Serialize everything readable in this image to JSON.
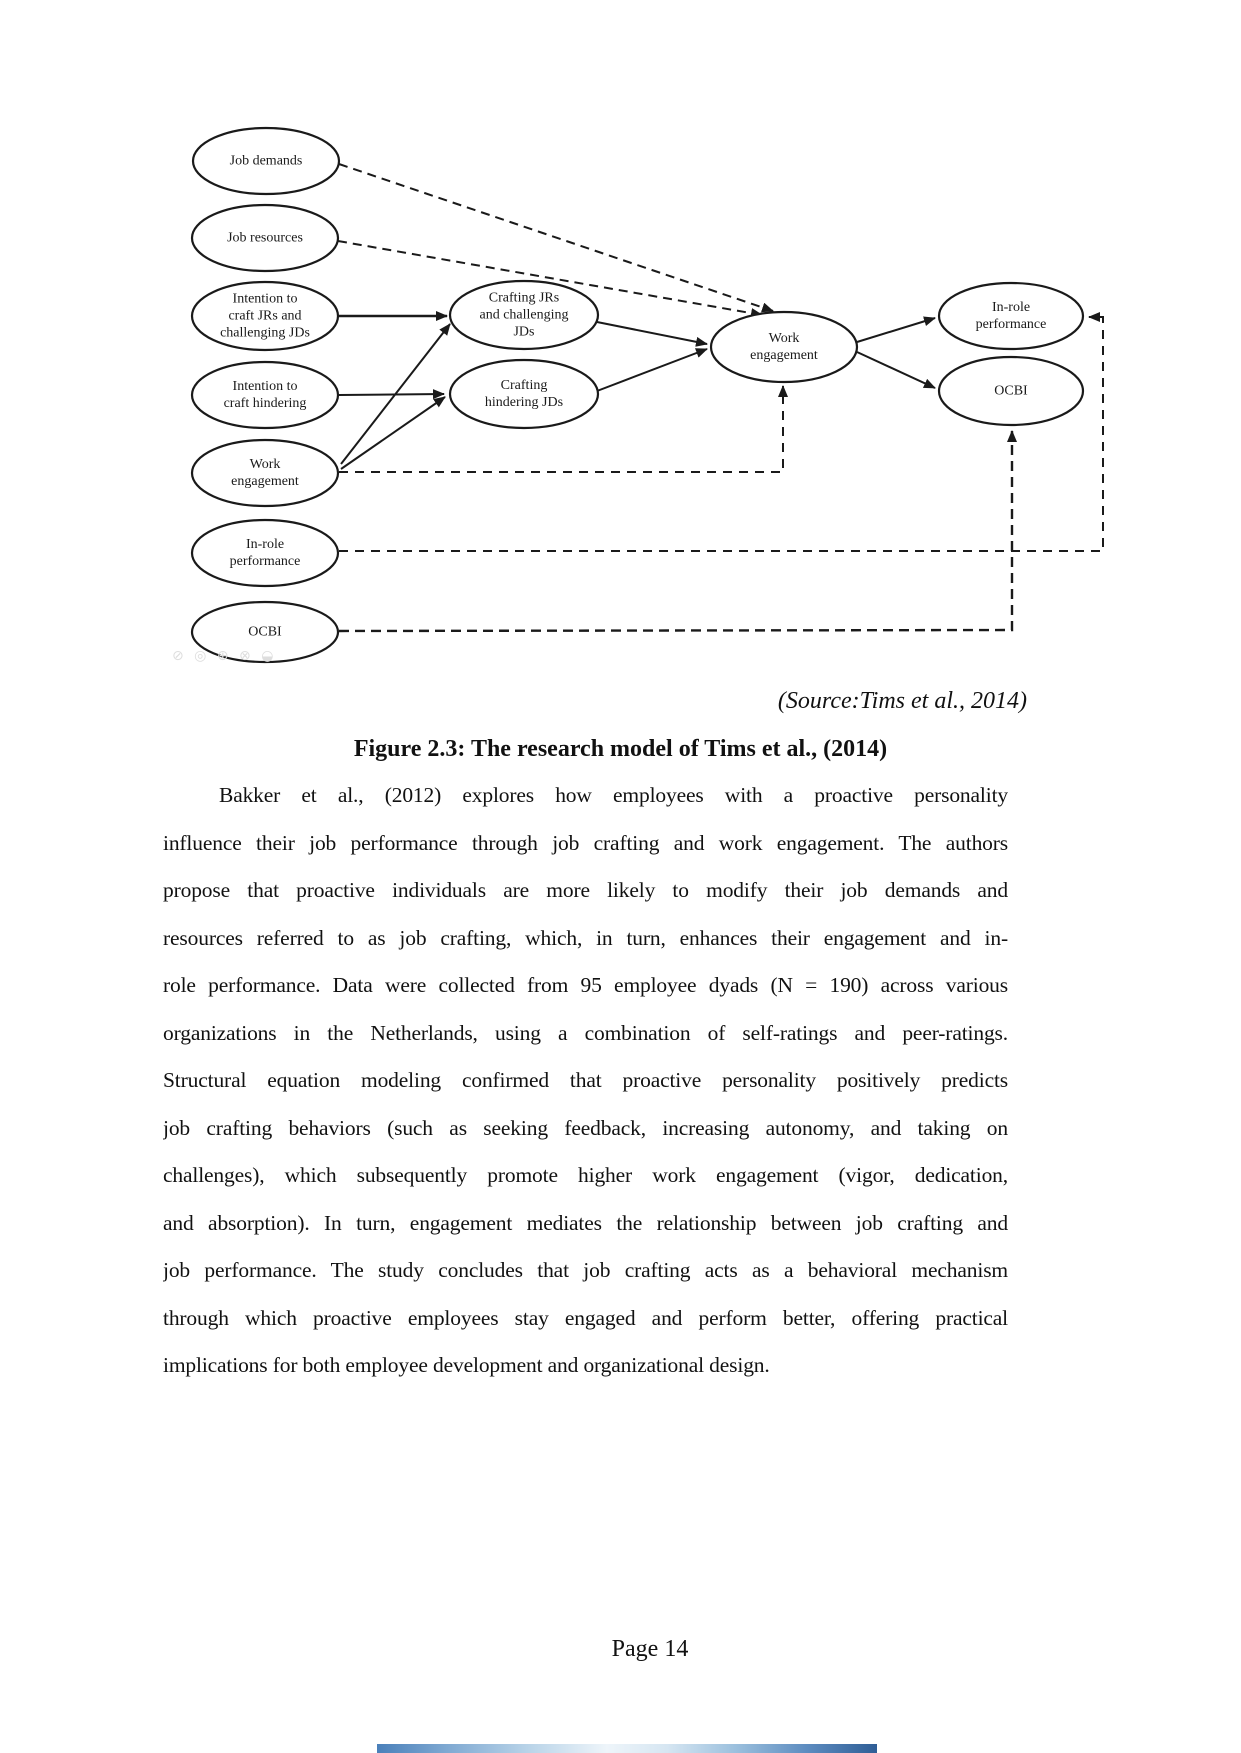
{
  "figure": {
    "source_label": "(Source:Tims et al., 2014)",
    "caption": "Figure 2.3: The research model of Tims et al., (2014)",
    "watermark_glyphs": "⊘ ◎ ⊕ ⊗ ◒",
    "nodes": [
      {
        "id": "job-demands",
        "label": "Job demands"
      },
      {
        "id": "job-resources",
        "label": "Job resources"
      },
      {
        "id": "intention-craft-jrs",
        "label": "Intention to\ncraft JRs and\nchallenging JDs"
      },
      {
        "id": "intention-craft-hindering",
        "label": "Intention to\ncraft hindering"
      },
      {
        "id": "work-engagement-left",
        "label": "Work\nengagement"
      },
      {
        "id": "in-role-performance-left",
        "label": "In-role\nperformance"
      },
      {
        "id": "ocbi-left",
        "label": "OCBI"
      },
      {
        "id": "crafting-jrs",
        "label": "Crafting JRs\nand challenging\nJDs"
      },
      {
        "id": "crafting-hindering",
        "label": "Crafting\nhindering JDs"
      },
      {
        "id": "work-engagement",
        "label": "Work\nengagement"
      },
      {
        "id": "in-role-performance",
        "label": "In-role\nperformance"
      },
      {
        "id": "ocbi",
        "label": "OCBI"
      }
    ],
    "edges": [
      {
        "from": "job-demands",
        "to": "work-engagement",
        "style": "dashed"
      },
      {
        "from": "job-resources",
        "to": "work-engagement",
        "style": "dashed"
      },
      {
        "from": "intention-craft-jrs",
        "to": "crafting-jrs",
        "style": "solid"
      },
      {
        "from": "intention-craft-hindering",
        "to": "crafting-hindering",
        "style": "solid"
      },
      {
        "from": "work-engagement-left",
        "to": "crafting-jrs",
        "style": "solid"
      },
      {
        "from": "work-engagement-left",
        "to": "crafting-hindering",
        "style": "solid"
      },
      {
        "from": "work-engagement-left",
        "to": "work-engagement",
        "style": "dashed"
      },
      {
        "from": "crafting-jrs",
        "to": "work-engagement",
        "style": "solid"
      },
      {
        "from": "crafting-hindering",
        "to": "work-engagement",
        "style": "solid"
      },
      {
        "from": "work-engagement",
        "to": "in-role-performance",
        "style": "solid"
      },
      {
        "from": "work-engagement",
        "to": "ocbi",
        "style": "solid"
      },
      {
        "from": "in-role-performance-left",
        "to": "in-role-performance",
        "style": "dashed"
      },
      {
        "from": "ocbi-left",
        "to": "ocbi",
        "style": "dashed"
      }
    ]
  },
  "body": {
    "lines": [
      "Bakker et al., (2012) explores how employees with a proactive personality",
      "influence their job performance through job crafting and work engagement. The authors",
      "propose that proactive individuals are more likely to modify their job demands and",
      "resources referred to as job crafting, which, in turn, enhances their engagement and in-",
      "role performance. Data were collected from 95 employee dyads (N = 190) across various",
      "organizations in the Netherlands, using a combination of self-ratings and peer-ratings.",
      "Structural equation modeling confirmed that proactive personality positively predicts",
      "job crafting behaviors (such as seeking feedback, increasing autonomy, and taking on",
      "challenges), which subsequently promote higher work engagement (vigor, dedication,",
      "and absorption). In turn, engagement mediates the relationship between job crafting and",
      "job performance. The study concludes that job crafting acts as a behavioral mechanism",
      "through which proactive employees stay engaged and perform better, offering practical",
      "implications for both employee development and organizational design."
    ]
  },
  "footer": {
    "page_label": "Page 14"
  },
  "colors": {
    "diagram_line": "#1a1a1a",
    "accent_bar_left": "#4a80ba",
    "accent_bar_mid": "#eef5fa",
    "accent_bar_right": "#2f5e96"
  }
}
